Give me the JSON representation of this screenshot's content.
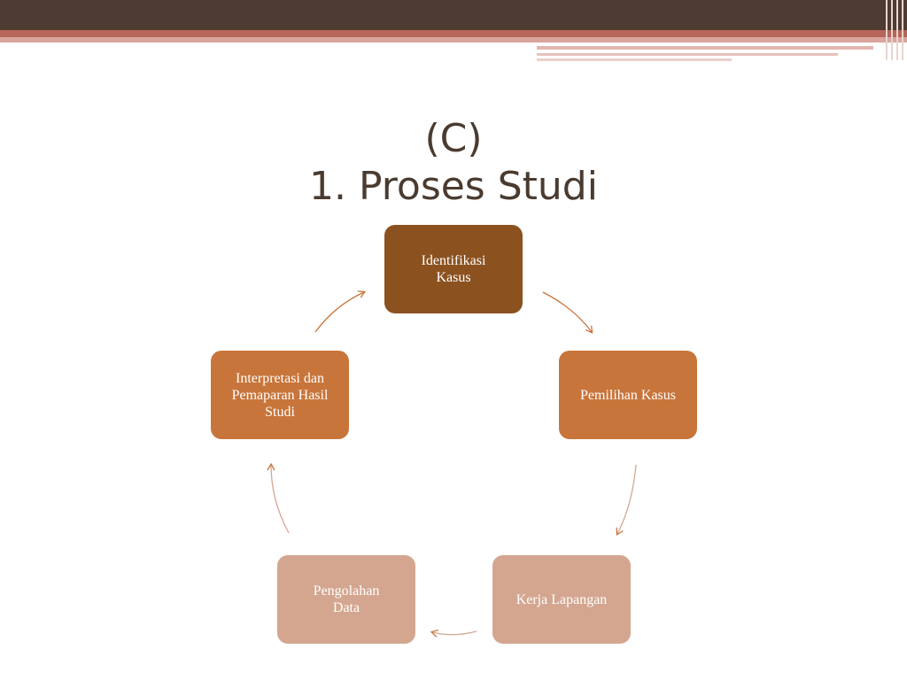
{
  "title": {
    "line1": "(C)",
    "line2": "1. Proses Studi"
  },
  "cycle": {
    "nodes": [
      {
        "id": "identifikasi",
        "label": "Identifikasi Kasus",
        "color": "#8b5220"
      },
      {
        "id": "pemilihan",
        "label": "Pemilihan Kasus",
        "color": "#c8753b"
      },
      {
        "id": "kerja",
        "label": "Kerja Lapangan",
        "color": "#d4a690"
      },
      {
        "id": "pengolahan",
        "label": "Pengolahan Data",
        "color": "#d4a690"
      },
      {
        "id": "interpretasi",
        "label": "Interpretasi dan Pemaparan Hasil Studi",
        "color": "#c8753b"
      }
    ]
  },
  "colors": {
    "header_dark": "#4e3b31",
    "header_accent": "#b5655a",
    "title_text": "#4a3b30",
    "arrow": "#c8753b"
  }
}
